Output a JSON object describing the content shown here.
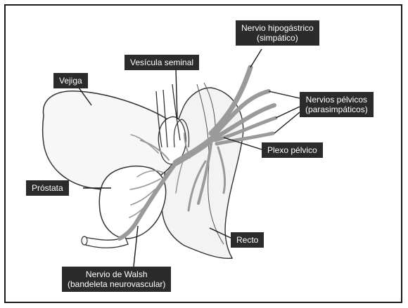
{
  "labels": {
    "vejiga": "Vejiga",
    "vesicula": "Vesícula seminal",
    "hipogastrico": [
      "Nervio hipogástrico",
      "(simpático)"
    ],
    "pelvicos": [
      "Nervios pélvicos",
      "(parasimpáticos)"
    ],
    "plexo": "Plexo pélvico",
    "prostata": "Próstata",
    "recto": "Recto",
    "walsh": [
      "Nervio de Walsh",
      "(bandeleta neurovascular)"
    ]
  },
  "colors": {
    "label_bg": "#2b2b2b",
    "label_text": "#ffffff",
    "nerve": "#9a9a9a",
    "outline": "#333333"
  }
}
